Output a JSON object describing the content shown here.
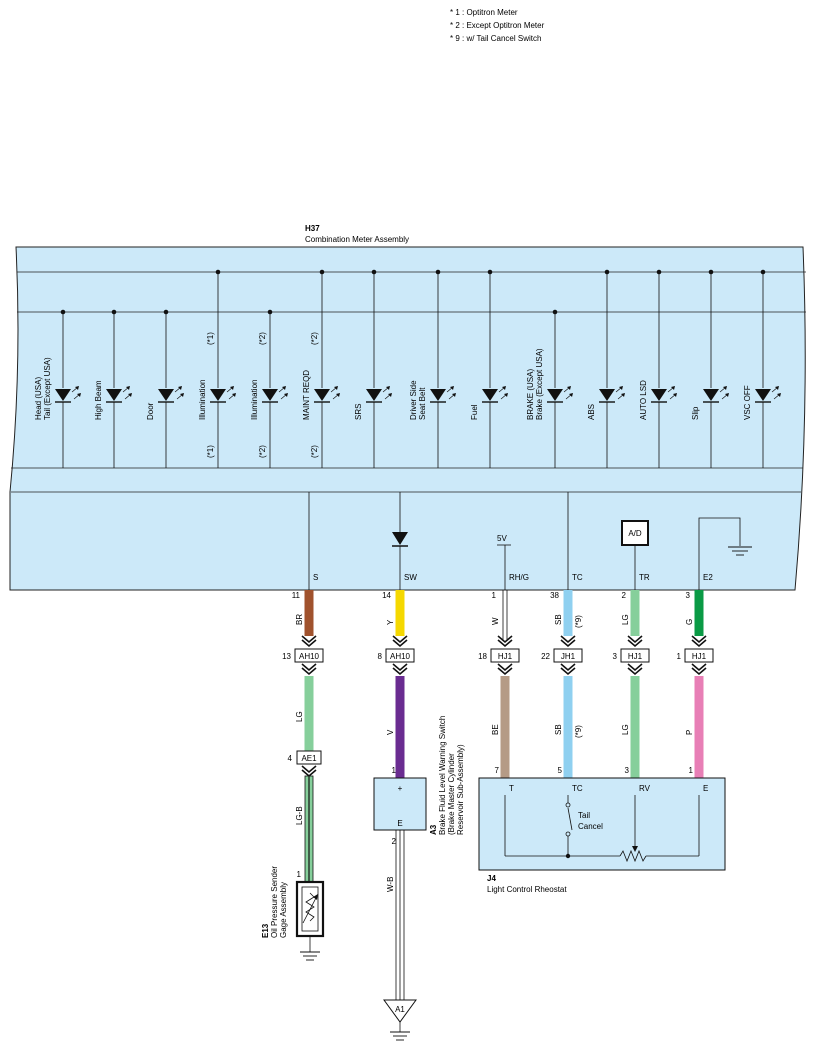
{
  "notes": [
    "* 1 : Optitron Meter",
    "* 2 : Except Optitron Meter",
    "* 9 : w/ Tail Cancel Switch"
  ],
  "meter": {
    "code": "H37",
    "name": "Combination Meter Assembly"
  },
  "lamps": [
    {
      "lines": [
        "Head (USA)",
        "Tail (Except USA)"
      ],
      "top_note": "",
      "bottom_note": ""
    },
    {
      "lines": [
        "High Beam"
      ],
      "top_note": "",
      "bottom_note": ""
    },
    {
      "lines": [
        "Door"
      ],
      "top_note": "",
      "bottom_note": ""
    },
    {
      "lines": [
        "Illumination"
      ],
      "top_note": "(*1)",
      "bottom_note": "(*1)"
    },
    {
      "lines": [
        "Illumination"
      ],
      "top_note": "(*2)",
      "bottom_note": "(*2)"
    },
    {
      "lines": [
        "MAINT REQD"
      ],
      "top_note": "(*2)",
      "bottom_note": "(*2)"
    },
    {
      "lines": [
        "SRS"
      ],
      "top_note": "",
      "bottom_note": ""
    },
    {
      "lines": [
        "Driver Side",
        "Seat Belt"
      ],
      "top_note": "",
      "bottom_note": ""
    },
    {
      "lines": [
        "Fuel"
      ],
      "top_note": "",
      "bottom_note": ""
    },
    {
      "lines": [
        "BRAKE (USA)",
        "Brake (Except USA)"
      ],
      "top_note": "",
      "bottom_note": ""
    },
    {
      "lines": [
        "ABS"
      ],
      "top_note": "",
      "bottom_note": ""
    },
    {
      "lines": [
        "AUTO LSD"
      ],
      "top_note": "",
      "bottom_note": ""
    },
    {
      "lines": [
        "Slip"
      ],
      "top_note": "",
      "bottom_note": ""
    },
    {
      "lines": [
        "VSC OFF"
      ],
      "top_note": "",
      "bottom_note": ""
    }
  ],
  "terminals": [
    {
      "name": "S",
      "pin": "11",
      "wire": "BR",
      "color": "#a0522d"
    },
    {
      "name": "SW",
      "pin": "14",
      "wire": "Y",
      "color": "#f5d800"
    },
    {
      "name": "RH/G",
      "pin": "1",
      "wire": "W",
      "color": "#ffffff"
    },
    {
      "name": "TC",
      "pin": "38",
      "wire": "SB",
      "color": "#8fd0f0",
      "note": "(*9)"
    },
    {
      "name": "TR",
      "pin": "2",
      "wire": "LG",
      "color": "#86cf9b"
    },
    {
      "name": "E2",
      "pin": "3",
      "wire": "G",
      "color": "#0a9a45"
    }
  ],
  "inner": {
    "voltage": "5V",
    "ad": "A/D"
  },
  "connectors": [
    {
      "pin": "13",
      "code": "AH10"
    },
    {
      "pin": "8",
      "code": "AH10"
    },
    {
      "pin": "18",
      "code": "HJ1"
    },
    {
      "pin": "22",
      "code": "JH1"
    },
    {
      "pin": "3",
      "code": "HJ1"
    },
    {
      "pin": "1",
      "code": "HJ1"
    }
  ],
  "lower_wires": [
    {
      "wire": "LG",
      "color": "#86cf9b"
    },
    {
      "wire": "V",
      "color": "#6a2c91"
    },
    {
      "wire": "BE",
      "color": "#b59b86"
    },
    {
      "wire": "SB",
      "color": "#8fd0f0",
      "note": "(*9)"
    },
    {
      "wire": "LG",
      "color": "#86cf9b"
    },
    {
      "wire": "P",
      "color": "#e87fb6"
    }
  ],
  "ae1": {
    "pin": "4",
    "code": "AE1",
    "wire": "LG-B"
  },
  "e13": {
    "code": "E13",
    "lines": [
      "Oil Pressure Sender",
      "Gage Assembly"
    ],
    "pin": "1"
  },
  "a3": {
    "code": "A3",
    "lines": [
      "Brake Fluid Level Warning Switch",
      "(Brake Master Cylinder",
      "Reservoir Sub-Assembly)"
    ],
    "pin_top": "1",
    "plus": "+",
    "e_label": "E",
    "pin_bottom": "2",
    "wire": "W-B",
    "ground_code": "A1"
  },
  "j4": {
    "code": "J4",
    "name": "Light Control Rheostat",
    "pins": [
      "7",
      "5",
      "3",
      "1"
    ],
    "terms": [
      "T",
      "TC",
      "RV",
      "E"
    ],
    "switch_lines": [
      "Tail",
      "Cancel"
    ]
  }
}
